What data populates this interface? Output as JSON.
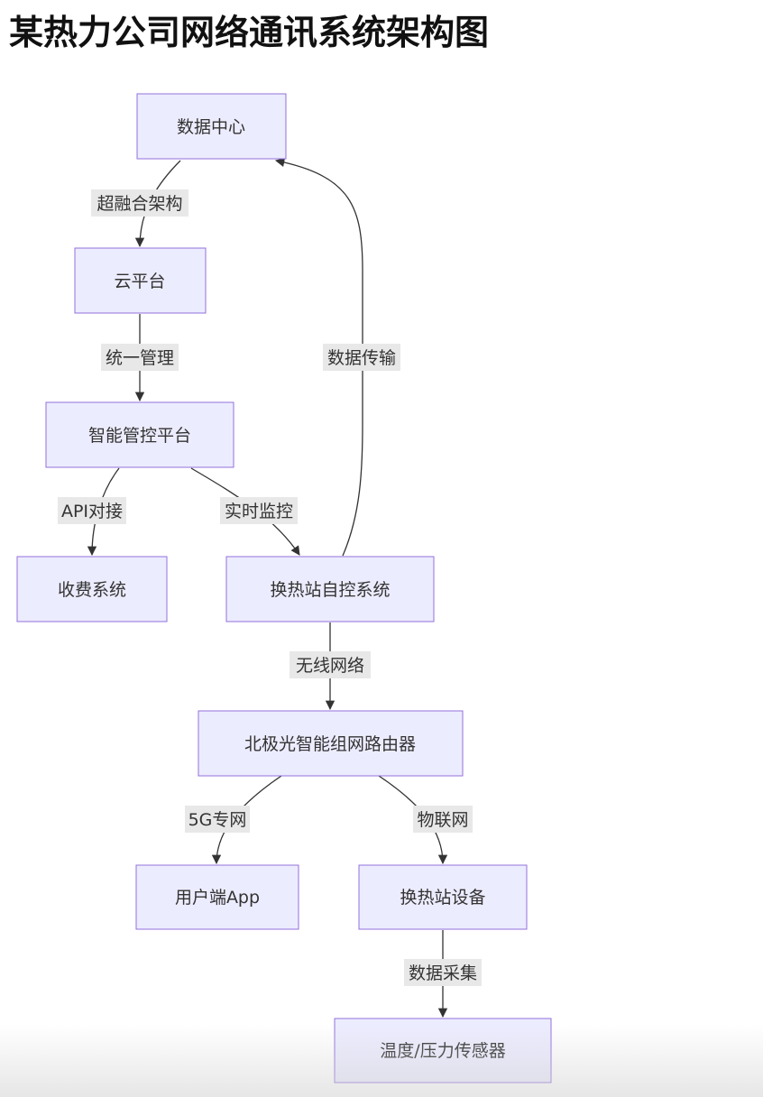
{
  "title": "某热力公司网络通讯系统架构图",
  "diagram": {
    "nodes": [
      {
        "id": "datacenter",
        "label": "数据中心"
      },
      {
        "id": "cloud",
        "label": "云平台"
      },
      {
        "id": "control",
        "label": "智能管控平台"
      },
      {
        "id": "billing",
        "label": "收费系统"
      },
      {
        "id": "station_ctrl",
        "label": "换热站自控系统"
      },
      {
        "id": "router",
        "label": "北极光智能组网路由器"
      },
      {
        "id": "app",
        "label": "用户端App"
      },
      {
        "id": "equipment",
        "label": "换热站设备"
      },
      {
        "id": "sensor",
        "label": "温度/压力传感器"
      }
    ],
    "edges": [
      {
        "from": "datacenter",
        "to": "cloud",
        "label": "超融合架构"
      },
      {
        "from": "cloud",
        "to": "control",
        "label": "统一管理"
      },
      {
        "from": "control",
        "to": "billing",
        "label": "API对接"
      },
      {
        "from": "control",
        "to": "station_ctrl",
        "label": "实时监控"
      },
      {
        "from": "station_ctrl",
        "to": "datacenter",
        "label": "数据传输"
      },
      {
        "from": "station_ctrl",
        "to": "router",
        "label": "无线网络"
      },
      {
        "from": "router",
        "to": "app",
        "label": "5G专网"
      },
      {
        "from": "router",
        "to": "equipment",
        "label": "物联网"
      },
      {
        "from": "equipment",
        "to": "sensor",
        "label": "数据采集"
      }
    ]
  },
  "colors": {
    "node_fill": "#ECECFF",
    "node_stroke": "#9370DB",
    "edge": "#333333",
    "label_bg": "#E8E8E8",
    "text": "#333333"
  }
}
